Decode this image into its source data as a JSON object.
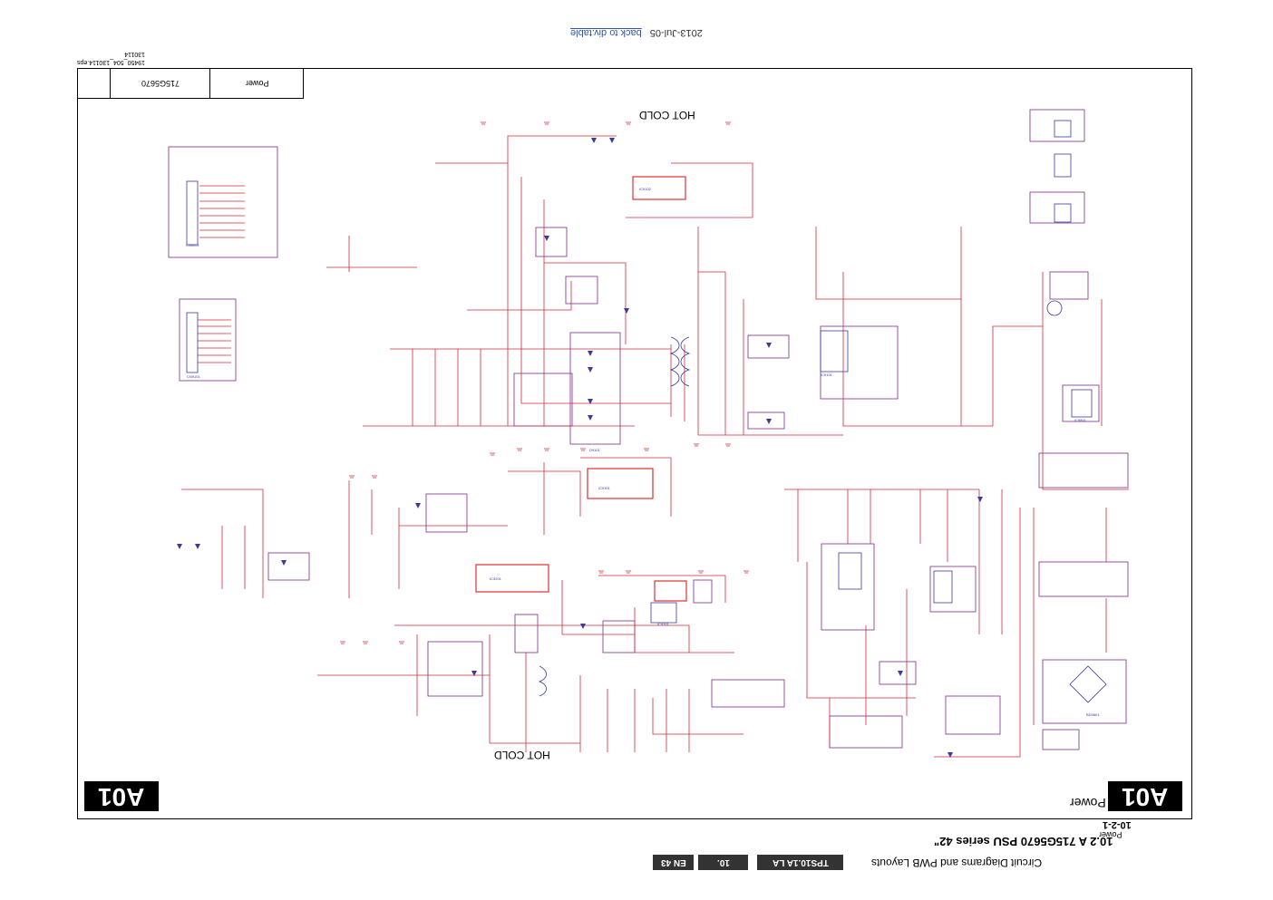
{
  "header": {
    "date": "2013-Jul-05",
    "back_link": "back to div.table"
  },
  "file_ref": {
    "filename": "19450_504_130114.eps",
    "code": "130114"
  },
  "title_block": {
    "name": "Power",
    "part": "715G5670"
  },
  "section": {
    "number": "10-2-1",
    "name": "Power",
    "heading": "10.2 A 715G5670 PSU series 42\"",
    "badge": "A01",
    "board_label": "Power"
  },
  "footer": {
    "caption": "Circuit Diagrams and PWB Layouts",
    "doc": "TPS10.1A LA",
    "chapter": "10.",
    "page": "EN 43"
  },
  "markers": {
    "hot_cold_top": "HOT  COLD",
    "hot_cold_bottom": "HOT  COLD"
  },
  "colors": {
    "wire": "#d22a3a",
    "frame": "#7a2a8a",
    "component": "#3a3aa0",
    "highlight": "#e03030"
  }
}
